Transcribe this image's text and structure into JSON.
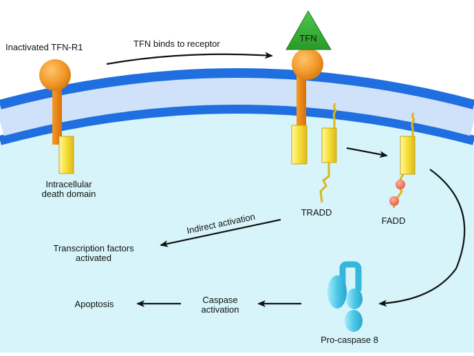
{
  "labels": {
    "inactivated_receptor": "Inactivated TFN-R1",
    "binding_step": "TFN binds to receptor",
    "ligand": "TFN",
    "death_domain_line1": "Intracellular",
    "death_domain_line2": "death domain",
    "tradd": "TRADD",
    "fadd": "FADD",
    "indirect_activation": "Indirect activation",
    "transcription_line1": "Transcription factors",
    "transcription_line2": "activated",
    "apoptosis": "Apoptosis",
    "caspase_line1": "Caspase",
    "caspase_line2": "activation",
    "procaspase": "Pro-caspase 8"
  },
  "colors": {
    "cytoplasm": "#d6f4f9",
    "membrane_dark": "#1f6fe0",
    "membrane_light": "#cfe2f9",
    "receptor_head": "#f19a2c",
    "receptor_stalk": "#ee8410",
    "death_domain": "#f5df3a",
    "ligand": "#3cb43c",
    "fadd_beads": "#f0705a",
    "procaspase": "#4ec8e8",
    "arrow": "#111111"
  }
}
